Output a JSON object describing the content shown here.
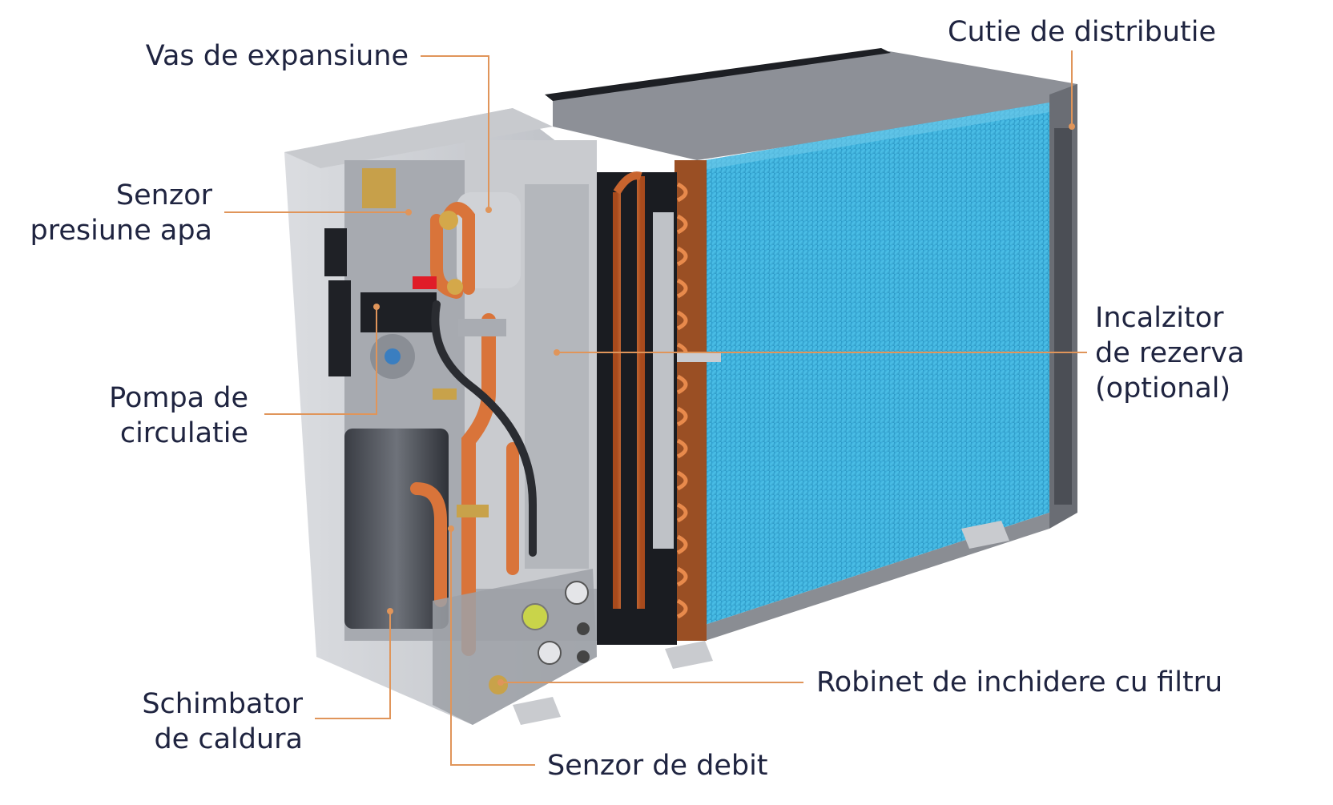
{
  "labels": {
    "vas_expansiune": "Vas de expansiune",
    "cutie_distributie": "Cutie de distributie",
    "senzor_presiune": [
      "Senzor",
      "presiune apa"
    ],
    "pompa_circulatie": [
      "Pompa de",
      "circulatie"
    ],
    "incalzitor": [
      "Incalzitor",
      "de rezerva",
      "(optional)"
    ],
    "schimbator": [
      "Schimbator",
      "de caldura"
    ],
    "robinet": "Robinet de inchidere cu filtru",
    "senzor_debit": "Senzor de debit"
  },
  "colors": {
    "leader": "#e0955a",
    "text": "#1f2440",
    "coil": "#3aaed8",
    "casing": "#d4d6da",
    "top": "#8c8f96",
    "copper": "#d9743a"
  }
}
